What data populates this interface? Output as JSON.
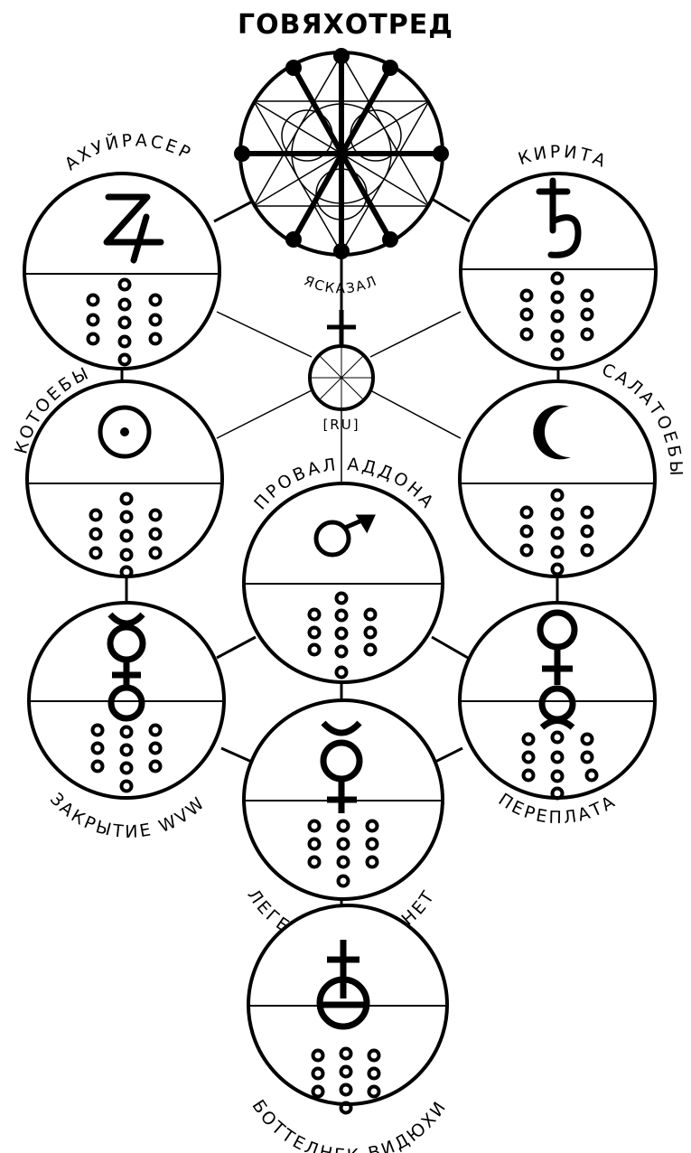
{
  "title": "ГОВЯХОТРЕД",
  "spheres": [
    {
      "id": "top",
      "label": "ЯСКАЗАЛ"
    },
    {
      "id": "upper-left",
      "label": "АХУЙРАСЕР"
    },
    {
      "id": "upper-right",
      "label": "КИРИТА"
    },
    {
      "id": "center-small",
      "label": "[RU]"
    },
    {
      "id": "mid-left",
      "label": "КОТОЕБЫ"
    },
    {
      "id": "mid-right",
      "label": "САЛАТОЕБЫ"
    },
    {
      "id": "center",
      "label": "ПРОВАЛ АДДОНА"
    },
    {
      "id": "lower-left",
      "label": "ЗАКРЫТИЕ WVW"
    },
    {
      "id": "lower-right",
      "label": "ПЕРЕПЛАТА"
    },
    {
      "id": "lower-center",
      "label": "ЛЕГЕТИМНОСТИ НЕТ"
    },
    {
      "id": "bottom",
      "label": "БОТТЕЛНЕК ВИДЮХИ"
    }
  ],
  "symbols": {
    "upper-left": "jupiter-icon",
    "upper-right": "saturn-icon",
    "center-small": "earth-cross-icon",
    "mid-left": "sun-icon",
    "mid-right": "moon-icon",
    "center": "mars-icon",
    "lower-left": "mercury-icon",
    "lower-right": "venus-icon",
    "lower-center": "mercury-icon",
    "bottom": "earth-icon"
  }
}
